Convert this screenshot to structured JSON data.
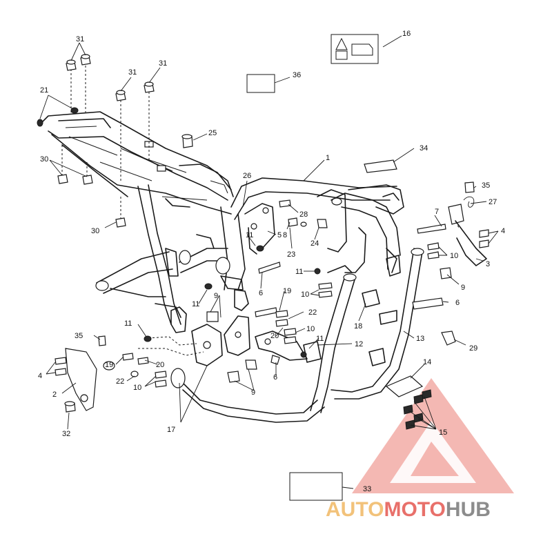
{
  "colors": {
    "line": "#1a1a1a",
    "watermark_red": "#e8706a",
    "watermark_orange": "#f2c27a",
    "watermark_gray": "#8c8c8c"
  },
  "watermark": {
    "part1": "AUTO",
    "part2": "MOTO",
    "part3": "HUB"
  },
  "callouts": [
    {
      "id": "c1",
      "label": "1"
    },
    {
      "id": "c2",
      "label": "2"
    },
    {
      "id": "c3",
      "label": "3"
    },
    {
      "id": "c4a",
      "label": "4"
    },
    {
      "id": "c4b",
      "label": "4"
    },
    {
      "id": "c5",
      "label": "5"
    },
    {
      "id": "c6a",
      "label": "6"
    },
    {
      "id": "c6b",
      "label": "6"
    },
    {
      "id": "c6c",
      "label": "6"
    },
    {
      "id": "c7",
      "label": "7"
    },
    {
      "id": "c8",
      "label": "8"
    },
    {
      "id": "c9a",
      "label": "9"
    },
    {
      "id": "c9b",
      "label": "9"
    },
    {
      "id": "c9c",
      "label": "9"
    },
    {
      "id": "c10a",
      "label": "10"
    },
    {
      "id": "c10b",
      "label": "10"
    },
    {
      "id": "c10c",
      "label": "10"
    },
    {
      "id": "c10d",
      "label": "10"
    },
    {
      "id": "c10e",
      "label": "10"
    },
    {
      "id": "c11a",
      "label": "11"
    },
    {
      "id": "c11b",
      "label": "11"
    },
    {
      "id": "c11c",
      "label": "11"
    },
    {
      "id": "c11d",
      "label": "11"
    },
    {
      "id": "c11e",
      "label": "11"
    },
    {
      "id": "c12",
      "label": "12"
    },
    {
      "id": "c13",
      "label": "13"
    },
    {
      "id": "c14",
      "label": "14"
    },
    {
      "id": "c15",
      "label": "15"
    },
    {
      "id": "c16",
      "label": "16"
    },
    {
      "id": "c17",
      "label": "17"
    },
    {
      "id": "c18",
      "label": "18"
    },
    {
      "id": "c19a",
      "label": "19"
    },
    {
      "id": "c19b",
      "label": "19"
    },
    {
      "id": "c20a",
      "label": "20"
    },
    {
      "id": "c20b",
      "label": "20"
    },
    {
      "id": "c21",
      "label": "21"
    },
    {
      "id": "c22a",
      "label": "22"
    },
    {
      "id": "c22b",
      "label": "22"
    },
    {
      "id": "c23",
      "label": "23"
    },
    {
      "id": "c24",
      "label": "24"
    },
    {
      "id": "c25",
      "label": "25"
    },
    {
      "id": "c26",
      "label": "26"
    },
    {
      "id": "c27",
      "label": "27"
    },
    {
      "id": "c28",
      "label": "28"
    },
    {
      "id": "c29",
      "label": "29"
    },
    {
      "id": "c30a",
      "label": "30"
    },
    {
      "id": "c30b",
      "label": "30"
    },
    {
      "id": "c31a",
      "label": "31"
    },
    {
      "id": "c31b",
      "label": "31"
    },
    {
      "id": "c31c",
      "label": "31"
    },
    {
      "id": "c32",
      "label": "32"
    },
    {
      "id": "c33",
      "label": "33"
    },
    {
      "id": "c34",
      "label": "34"
    },
    {
      "id": "c35a",
      "label": "35"
    },
    {
      "id": "c35b",
      "label": "35"
    },
    {
      "id": "c36",
      "label": "36"
    }
  ]
}
